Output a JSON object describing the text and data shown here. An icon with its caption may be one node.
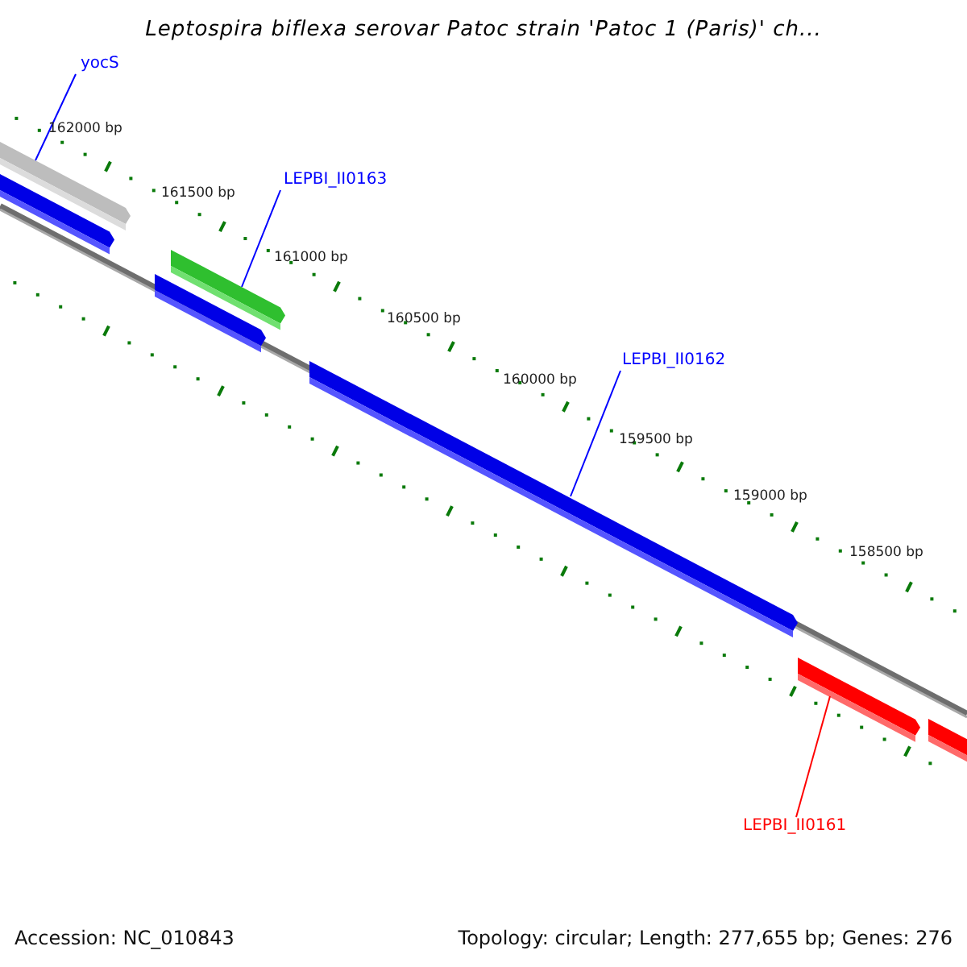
{
  "diagram": {
    "title": "Leptospira biflexa serovar Patoc strain 'Patoc 1 (Paris)' ch...",
    "nodes": [
      {
        "text": [
          "yocS"
        ]
      },
      {
        "text": [],
        "shape": "bar"
      },
      {
        "text": [
          "LEPBI_II0163"
        ]
      },
      {
        "text": [],
        "shape": "bar"
      },
      {
        "text": [
          "LEPBI_II0162"
        ]
      },
      {
        "text": [],
        "shape": "bar"
      },
      {
        "text": [],
        "shape": "bar"
      },
      {
        "text": [
          "LEPBI_II0161"
        ]
      }
    ],
    "edges": [
      {
        "from": 0,
        "to": 1,
        "arrow": "none",
        "color": "#0000ff"
      },
      {
        "from": 2,
        "to": 3,
        "arrow": "none",
        "color": "#0000ff"
      },
      {
        "from": 4,
        "to": 5,
        "arrow": "none",
        "color": "#0000ff"
      },
      {
        "from": 7,
        "to": 6,
        "arrow": "none",
        "color": "#ff0000"
      }
    ],
    "labels": [
      "162000 bp",
      "161500 bp",
      "161000 bp",
      "160500 bp",
      "160000 bp",
      "159500 bp",
      "159000 bp",
      "158500 bp",
      "Accession: NC_010843",
      "Topology: circular; Length: 277,655 bp; Genes: 276"
    ]
  }
}
